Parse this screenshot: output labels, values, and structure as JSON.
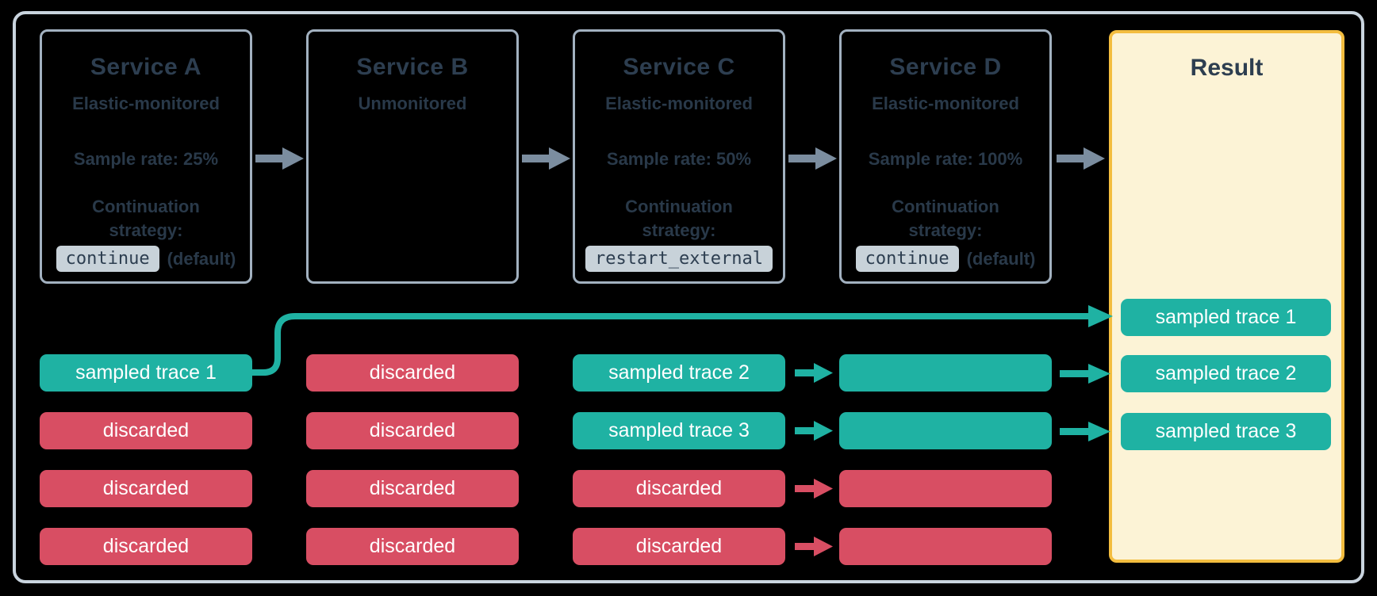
{
  "colors": {
    "background": "#000000",
    "frame_border": "#c9d4de",
    "service_box_border": "#a2b1c0",
    "text_dark": "#2d3e50",
    "chip_background": "#c8d2d9",
    "sampled_teal": "#1fb2a3",
    "discarded_red": "#d84e63",
    "flow_arrow_gray": "#7b8d9f",
    "result_background": "#fcf3d6",
    "result_border": "#f3bd3f",
    "pill_text": "#ffffff"
  },
  "services": [
    {
      "title": "Service A",
      "monitoring": "Elastic-monitored",
      "sample_rate": "Sample rate: 25%",
      "strategy_label": "Continuation strategy:",
      "strategy_code": "continue",
      "strategy_suffix": "(default)"
    },
    {
      "title": "Service B",
      "monitoring": "Unmonitored"
    },
    {
      "title": "Service C",
      "monitoring": "Elastic-monitored",
      "sample_rate": "Sample rate: 50%",
      "strategy_label": "Continuation strategy:",
      "strategy_code": "restart_external"
    },
    {
      "title": "Service D",
      "monitoring": "Elastic-monitored",
      "sample_rate": "Sample rate: 100%",
      "strategy_label": "Continuation strategy:",
      "strategy_code": "continue",
      "strategy_suffix": "(default)"
    }
  ],
  "trace_columns": {
    "service_a": [
      {
        "label": "sampled trace 1",
        "status": "sampled"
      },
      {
        "label": "discarded",
        "status": "discarded"
      },
      {
        "label": "discarded",
        "status": "discarded"
      },
      {
        "label": "discarded",
        "status": "discarded"
      }
    ],
    "service_b": [
      {
        "label": "discarded",
        "status": "discarded"
      },
      {
        "label": "discarded",
        "status": "discarded"
      },
      {
        "label": "discarded",
        "status": "discarded"
      },
      {
        "label": "discarded",
        "status": "discarded"
      }
    ],
    "service_c": [
      {
        "label": "sampled trace 2",
        "status": "sampled"
      },
      {
        "label": "sampled trace 3",
        "status": "sampled"
      },
      {
        "label": "discarded",
        "status": "discarded"
      },
      {
        "label": "discarded",
        "status": "discarded"
      }
    ],
    "service_d": [
      {
        "label": "",
        "status": "sampled"
      },
      {
        "label": "",
        "status": "sampled"
      },
      {
        "label": "",
        "status": "discarded"
      },
      {
        "label": "",
        "status": "discarded"
      }
    ]
  },
  "result": {
    "title": "Result",
    "pills": [
      {
        "label": "sampled trace 1",
        "status": "sampled"
      },
      {
        "label": "sampled trace 2",
        "status": "sampled"
      },
      {
        "label": "sampled trace 3",
        "status": "sampled"
      }
    ]
  }
}
